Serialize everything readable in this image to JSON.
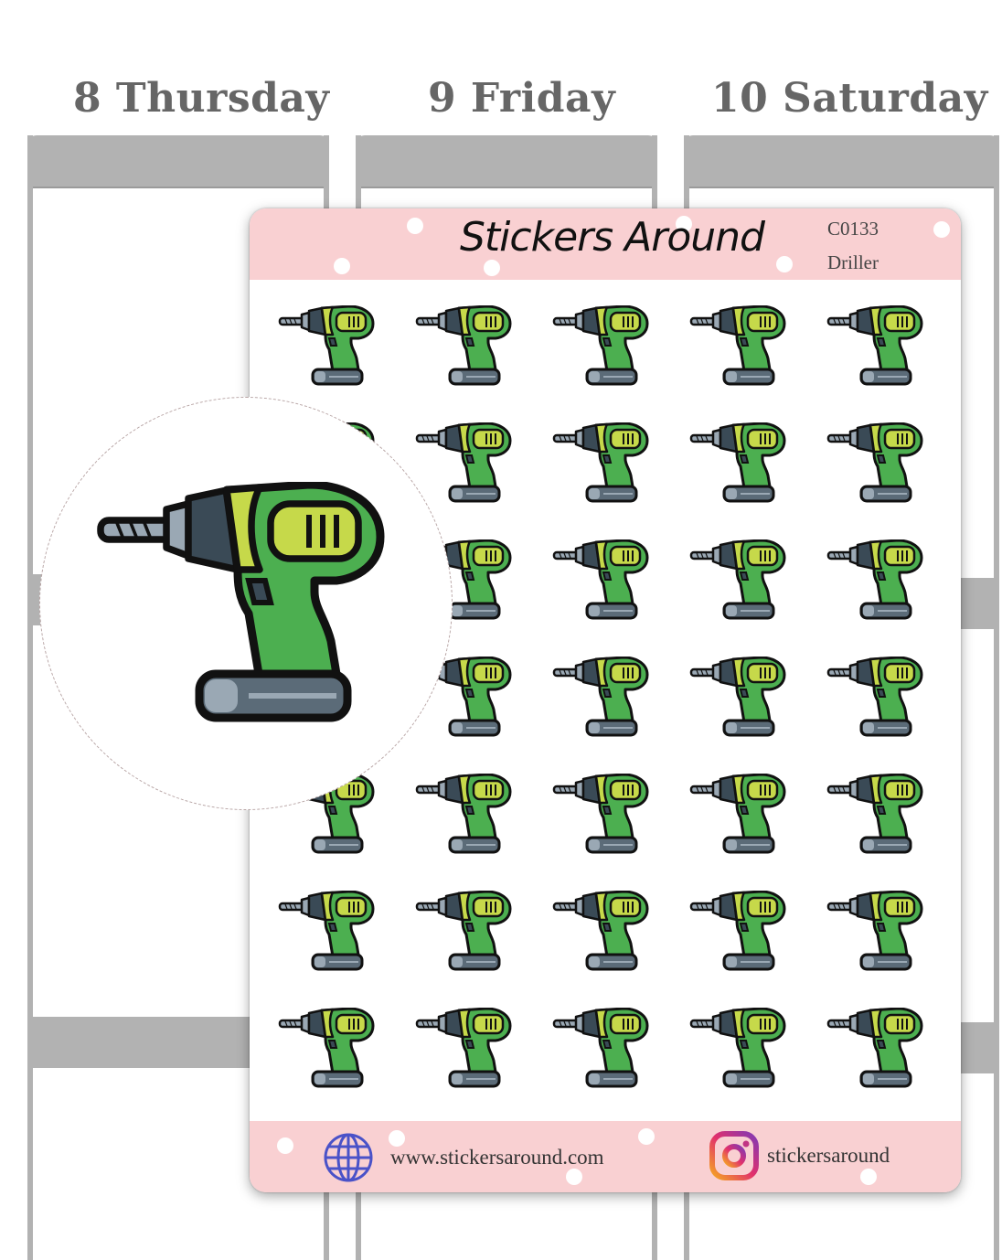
{
  "planner": {
    "days": [
      "8 Thursday",
      "9 Friday",
      "10 Saturday"
    ]
  },
  "sheet": {
    "brand": "Stickers Around",
    "code": "C0133",
    "name": "Driller",
    "sticker_icon": "power-drill-icon",
    "sticker_count": 35,
    "grid": {
      "columns": 5,
      "rows": 7
    },
    "footer": {
      "website": "www.stickersaround.com",
      "website_icon": "globe-icon",
      "instagram": "stickersaround",
      "instagram_icon": "instagram-icon"
    }
  },
  "colors": {
    "header_pink": "#f9d0d2",
    "planner_gray": "#b2b2b2",
    "drill_green": "#4caf50",
    "drill_lime": "#c6d94a",
    "drill_dark": "#3a4a56",
    "drill_bit": "#9aa8b4"
  }
}
